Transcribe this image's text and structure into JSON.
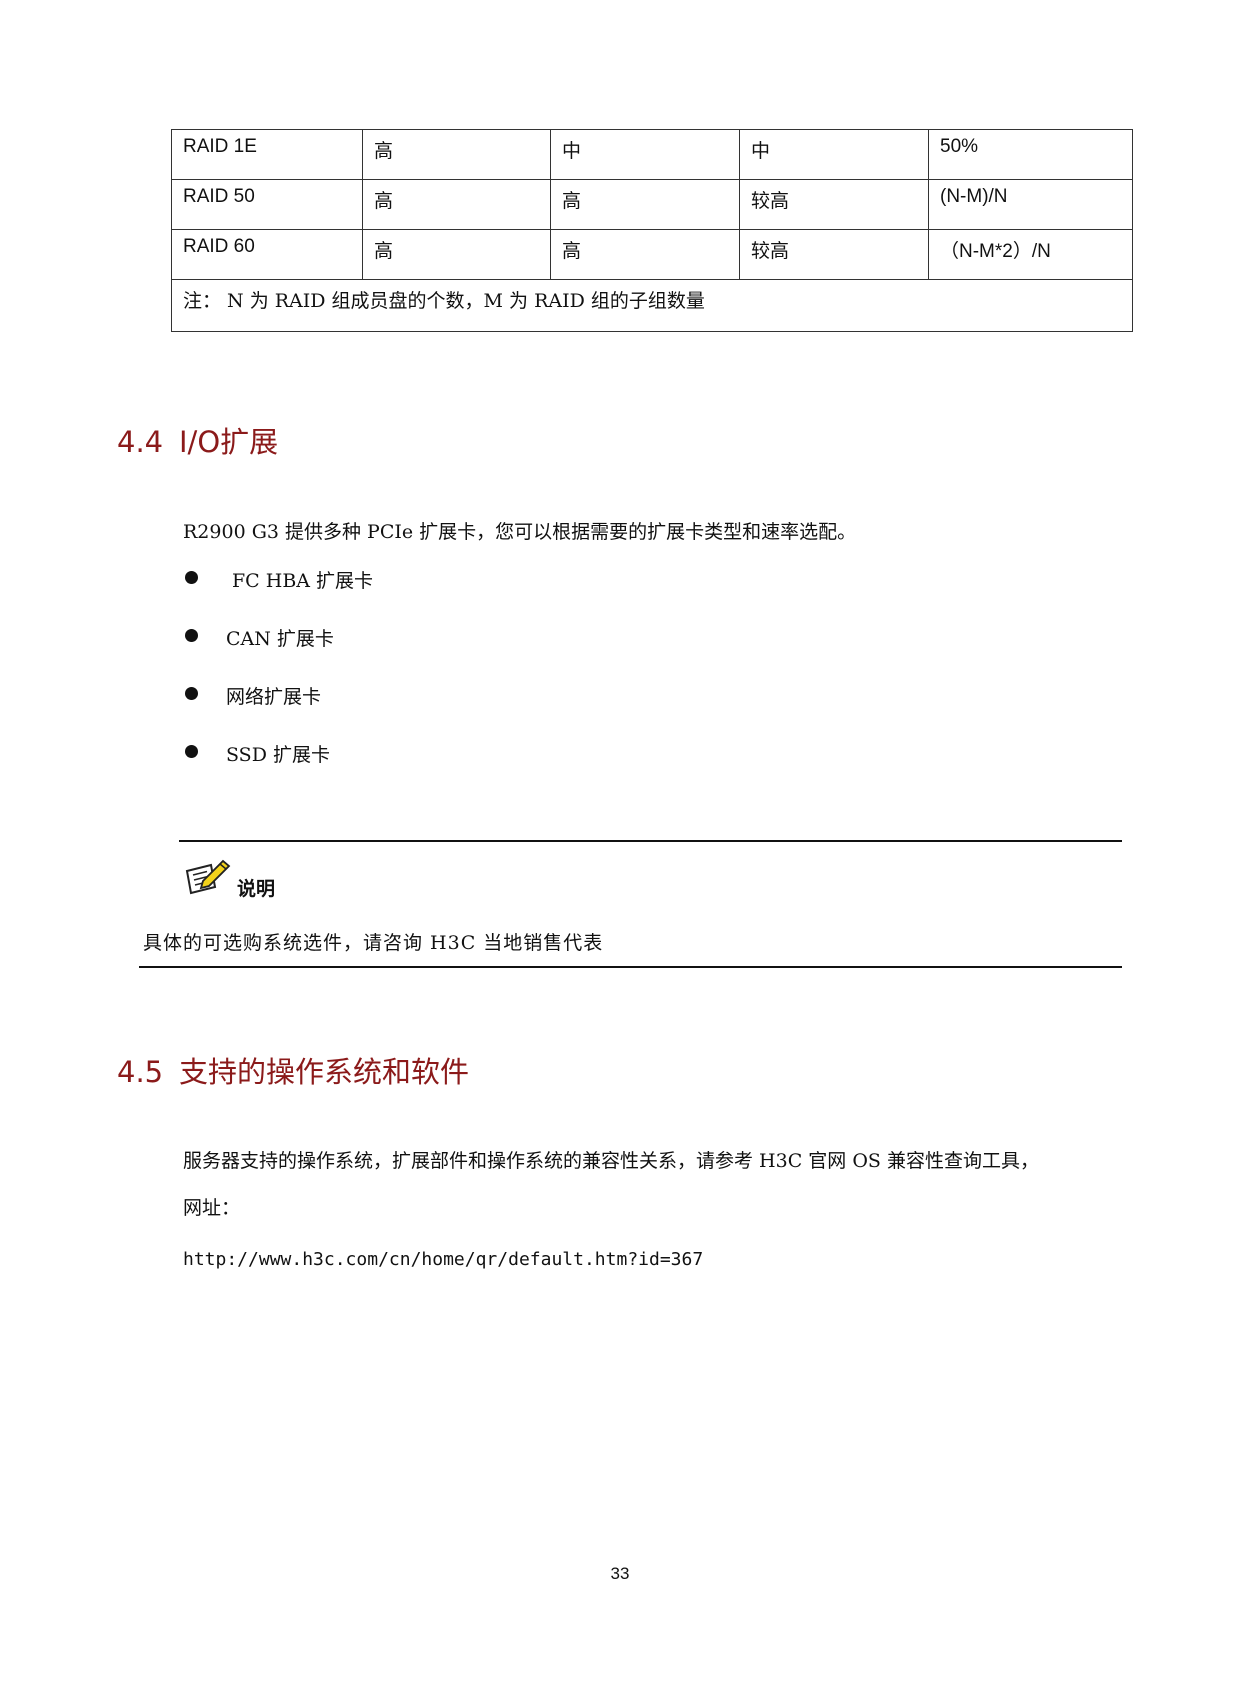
{
  "raid_table": {
    "rows": [
      [
        "RAID 1E",
        "高",
        "中",
        "中",
        "50%"
      ],
      [
        "RAID 50",
        "高",
        "高",
        "较高",
        "(N-M)/N"
      ],
      [
        "RAID 60",
        "高",
        "高",
        "较高",
        "（N-M*2）/N"
      ]
    ],
    "note": "注： N 为 RAID 组成员盘的个数，M 为 RAID 组的子组数量"
  },
  "section_44": {
    "number": "4.4",
    "title": "I/O扩展",
    "intro": "R2900 G3 提供多种 PCIe 扩展卡，您可以根据需要的扩展卡类型和速率选配。",
    "items": [
      "FC HBA 扩展卡",
      "CAN 扩展卡",
      "网络扩展卡",
      "SSD 扩展卡"
    ]
  },
  "note_box": {
    "label": "说明",
    "icon": "note-pencil-icon",
    "text": "具体的可选购系统选件，请咨询 H3C 当地销售代表"
  },
  "section_45": {
    "number": "4.5",
    "title": "支持的操作系统和软件",
    "para_line1": "服务器支持的操作系统，扩展部件和操作系统的兼容性关系，请参考 H3C 官网 OS 兼容性查询工具，",
    "para_line2": "网址：",
    "url": "http://www.h3c.com/cn/home/qr/default.htm?id=367"
  },
  "page_number": "33",
  "colors": {
    "heading": "#8b1a1a",
    "text": "#111111",
    "icon_yellow": "#f2d21b"
  }
}
